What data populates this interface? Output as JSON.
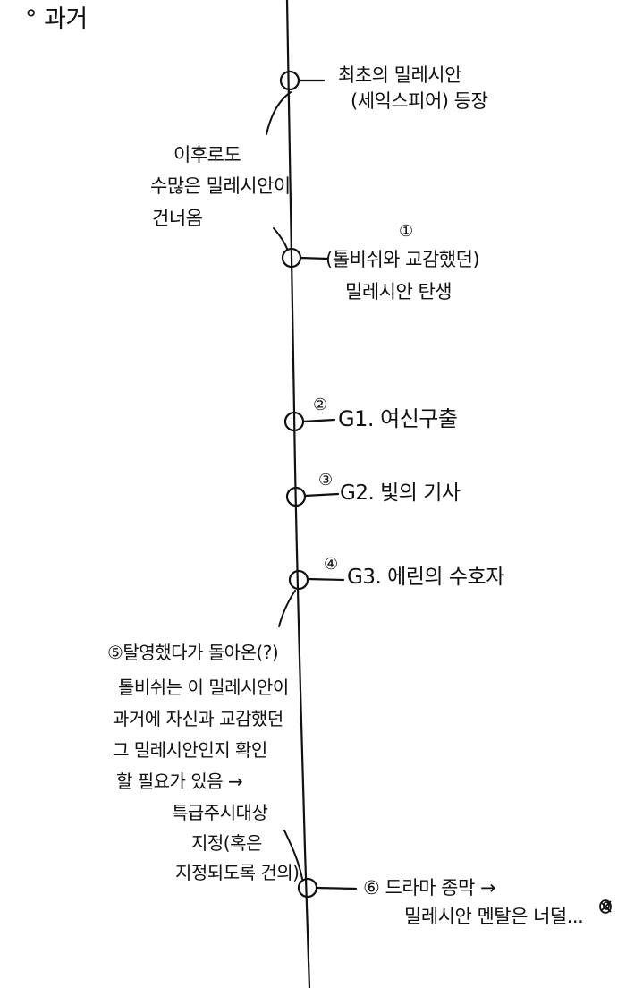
{
  "header": {
    "title": "° 과거"
  },
  "events": [
    {
      "lines": [
        "최초의 밀레시안",
        "(세익스피어) 등장"
      ]
    },
    {
      "number": "①",
      "lines": [
        "(톨비쉬와 교감했던)",
        "밀레시안 탄생"
      ]
    },
    {
      "number": "②",
      "lines": [
        "G1. 여신구출"
      ]
    },
    {
      "number": "③",
      "lines": [
        "G2. 빛의 기사"
      ]
    },
    {
      "number": "④",
      "lines": [
        "G3. 에린의 수호자"
      ]
    },
    {
      "number": "⑥",
      "lines": [
        "드라마 종막 →",
        "밀레시안 멘탈은 너덜..."
      ]
    }
  ],
  "side_notes": [
    {
      "lines": [
        "이후로도",
        "수많은 밀레시안이",
        "건너옴"
      ]
    },
    {
      "lines": [
        "⑤탈영했다가 돌아온(?)",
        "톨비쉬는 이 밀레시안이",
        "과거에 자신과 교감했던",
        "그 밀레시안인지 확인",
        "할 필요가 있음 →",
        "특급주시대상",
        "지정(혹은",
        "지정되도록 건의)"
      ]
    }
  ],
  "doodle": {
    "icon": "scribble-icon"
  },
  "colors": {
    "ink": "#111111",
    "paper": "#ffffff"
  }
}
